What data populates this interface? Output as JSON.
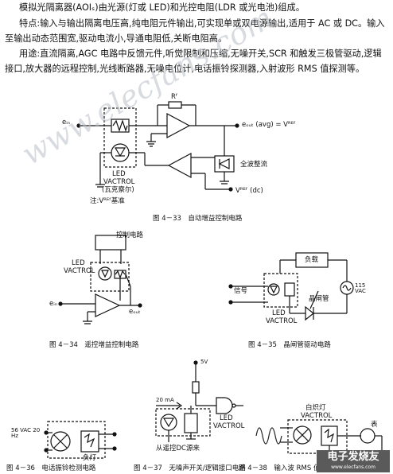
{
  "intro": {
    "p1": "模拟光隔离器(AOIₛ)由光源(灯或 LED)和光控电阻(LDR 或光电池)组成。",
    "p2": "特点:输入与输出隔离电压高,纯电阻元件输出,可实现单或双电源输出,适用于 AC 或 DC。输入至输出动态范围宽,驱动电流小,导通电阻低,关断电阻高。",
    "p3": "用途:直流隔离,AGC 电路中反馈元件,听觉限制和压缩,无噪开关,SCR 和触发三极管驱动,逻辑接口,放大器的远程控制,光线断路器,无噪电位计,电话振铃探测器,入射波形 RMS 值探测等。"
  },
  "fig33": {
    "ein": "eᵢₙ",
    "rf": "Rᶠ",
    "eout": "eₒᵤₜ (avg) = Vᴿᴱᶠ",
    "rectifier": "全波整流",
    "vref": "Vᴿᴱᶠ (dc)",
    "led": "LED",
    "vactrol": "VACTROL",
    "vactrol_cn": "(瓦克察尔)",
    "note": "注:Vᴿᴱᶠ基准",
    "caption": "图 4－33　自动增益控制电路"
  },
  "fig34": {
    "control": "控制电路",
    "led": "LED",
    "vactrol": "VACTROL",
    "ein": "eᵢₙ",
    "eout": "eₒᵤₜ",
    "caption": "图 4－34　遥控增益控制电路"
  },
  "fig35": {
    "load": "负载",
    "signal": "信号",
    "thyristor": "晶闸管",
    "supply": "115 VAC",
    "led": "LED",
    "vactrol": "VACTROL",
    "caption": "图 4－35　晶闸管驱动电路"
  },
  "fig36": {
    "source": "56 VAC 20 Hz",
    "load": "负灯",
    "caption": "图 4－36　电话振铃检测电路"
  },
  "fig37": {
    "supply": "5V",
    "current": "20 mA",
    "led": "LED",
    "vactrol": "VACTROL",
    "remote": "从遥控DC源来",
    "caption": "图 4－37　无噪声开关/逻辑接口电路"
  },
  "fig38": {
    "lamp": "白炽灯",
    "vactrol": "VACTROL",
    "meter": "表",
    "caption": "图 4－38　输入波 RMS 值的测量电路"
  },
  "watermark": "www.elecfans.com",
  "logo": {
    "main": "电子发烧友",
    "url": "www.elecfans.com"
  }
}
